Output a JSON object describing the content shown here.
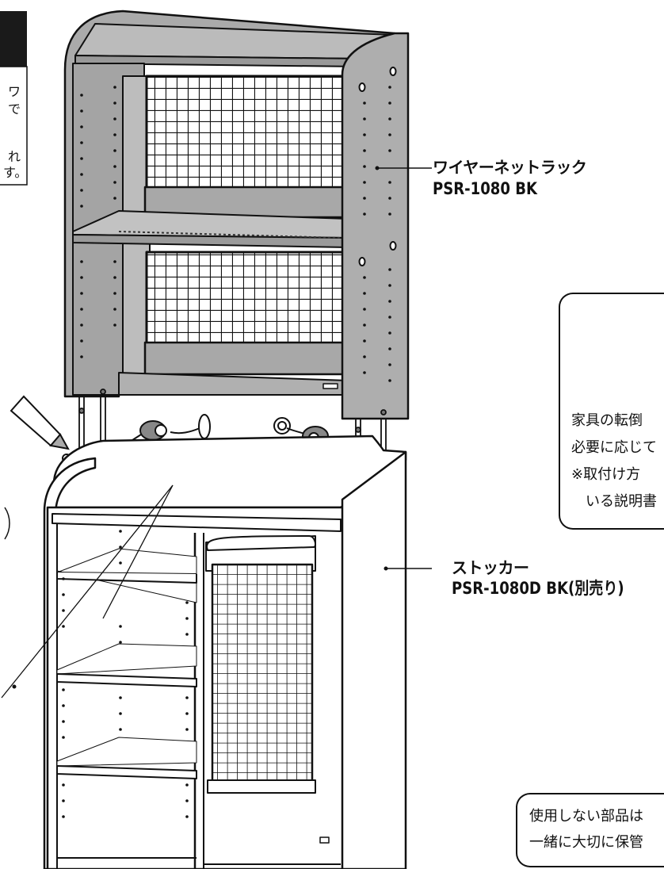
{
  "corner_note": {
    "lines": [
      "ワ",
      "で",
      "れ",
      "す。"
    ]
  },
  "labels": {
    "rack_name": "ワイヤーネットラック",
    "rack_model": "PSR-1080 BK",
    "stocker_name": "ストッカー",
    "stocker_model": "PSR-1080D BK(別売り)"
  },
  "callout_anti_tip": {
    "lines": [
      "家具の転倒",
      "必要に応じて",
      "※取付け方",
      "　いる説明書"
    ]
  },
  "callout_parts": {
    "lines": [
      "使用しない部品は",
      "一緒に大切に保管"
    ]
  },
  "icons": [
    "glue-bottle-icon",
    "cam-lock-fitting-icon",
    "anti-tip-strap-icon"
  ]
}
